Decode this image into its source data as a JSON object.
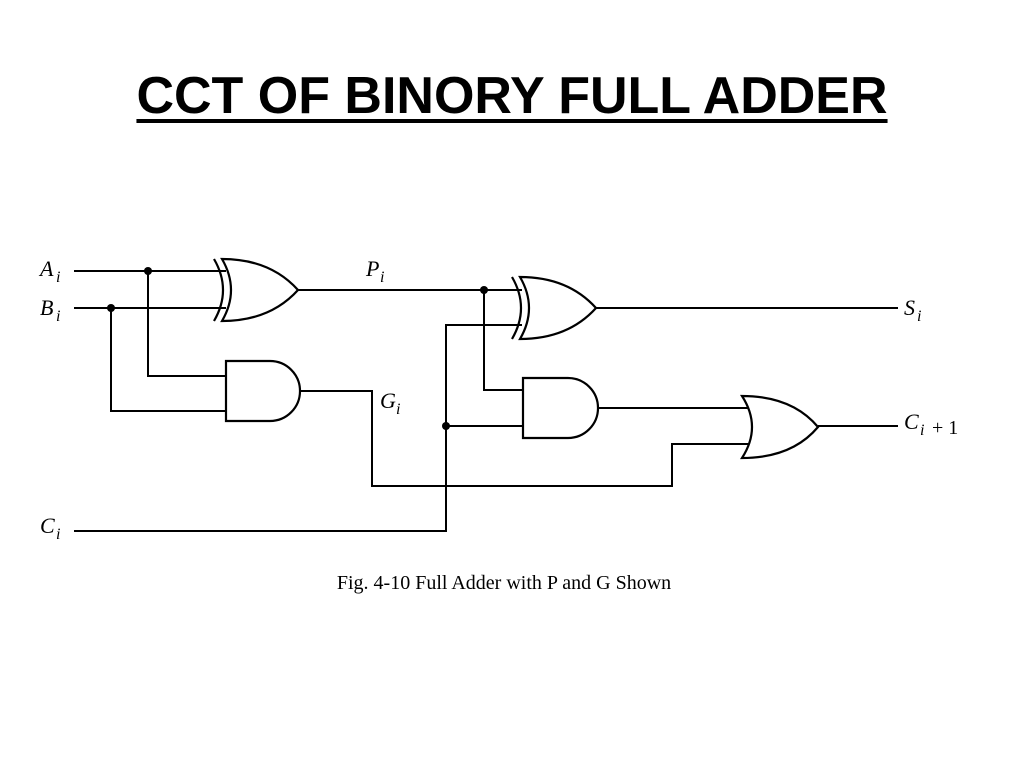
{
  "slide": {
    "title": "CCT OF BINORY FULL ADDER",
    "caption": "Fig. 4-10  Full Adder with P and G Shown"
  },
  "labels": {
    "a_in": "A",
    "a_sub": "i",
    "b_in": "B",
    "b_sub": "i",
    "c_in": "C",
    "c_sub": "i",
    "p": "P",
    "p_sub": "i",
    "g": "G",
    "g_sub": "i",
    "s_out": "S",
    "s_sub": "i",
    "c_out": "C",
    "c_out_sub": "i",
    "c_out_suffix": "+ 1"
  },
  "gates": [
    {
      "id": "xor1",
      "type": "XOR"
    },
    {
      "id": "and1",
      "type": "AND"
    },
    {
      "id": "xor2",
      "type": "XOR"
    },
    {
      "id": "and2",
      "type": "AND"
    },
    {
      "id": "or1",
      "type": "OR"
    }
  ]
}
